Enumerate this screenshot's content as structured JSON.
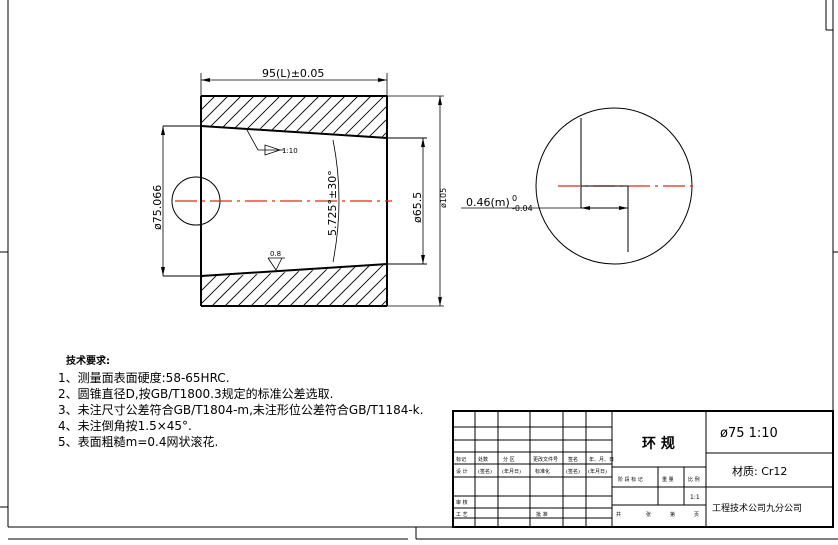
{
  "dimensions": {
    "length": "95(L)±0.05",
    "taper_ratio": "1:10",
    "surface_finish": "0.8",
    "dia_left": "ø75.066",
    "taper_angle": "5.725°±30°",
    "dia_bore": "ø65.5",
    "dia_outer": "ø105",
    "step_depth": "0.46(m)",
    "step_tol_upper": "0",
    "step_tol_lower": "-0.04"
  },
  "notes": {
    "heading": "技术要求:",
    "items": [
      "1、测量面表面硬度:58-65HRC.",
      "2、圆锥直径D,按GB/T1800.3规定的标准公差选取.",
      "3、未注尺寸公差符合GB/T1804-m,未注形位公差符合GB/T1184-k.",
      "4、未注倒角按1.5×45°.",
      "5、表面粗糙m=0.4网状滚花."
    ]
  },
  "title_block": {
    "part_name": "环  规",
    "spec": "ø75  1:10",
    "material": "材质: Cr12",
    "company": "工程技术公司九分公司",
    "scale": "1:1",
    "col_headers": [
      "标记",
      "处数",
      "分 区",
      "更改文件号",
      "签名",
      "年、月、日"
    ],
    "design_row": [
      "设 计",
      "(签名)",
      "(年月日)",
      "标准化",
      "(签名)",
      "(年月日)"
    ],
    "stage_headers": [
      "阶 段 标 记",
      "重 量",
      "比 例"
    ],
    "review": "审 核",
    "process": "工 艺",
    "approve": "批 准",
    "sheet_row": [
      "共",
      "张",
      "第",
      "页"
    ]
  }
}
